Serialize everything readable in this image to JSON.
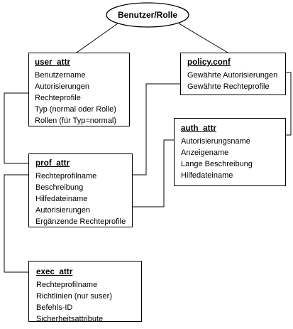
{
  "root": {
    "label": "Benutzer/Rolle"
  },
  "user_attr": {
    "title": "user_attr",
    "items": [
      "Benutzername",
      "Autorisierungen",
      "Rechteprofile",
      "Typ (normal oder Rolle)",
      "Rollen (für Typ=normal)"
    ]
  },
  "policy_conf": {
    "title": "policy.conf",
    "items": [
      "Gewährte Autorisierungen",
      "Gewährte Rechteprofile"
    ]
  },
  "auth_attr": {
    "title": "auth_attr",
    "items": [
      "Autorisierungsname",
      "Anzeigename",
      "Lange Beschreibung",
      "Hilfedateiname"
    ]
  },
  "prof_attr": {
    "title": "prof_attr",
    "items": [
      "Rechteprofilname",
      "Beschreibung",
      "Hilfedateiname",
      "Autorisierungen",
      "Ergänzende Rechteprofile"
    ]
  },
  "exec_attr": {
    "title": "exec_attr",
    "items": [
      "Rechteprofilname",
      "Richtlinien (nur suser)",
      "Befehls-ID",
      "Sicherheitsattribute"
    ]
  }
}
